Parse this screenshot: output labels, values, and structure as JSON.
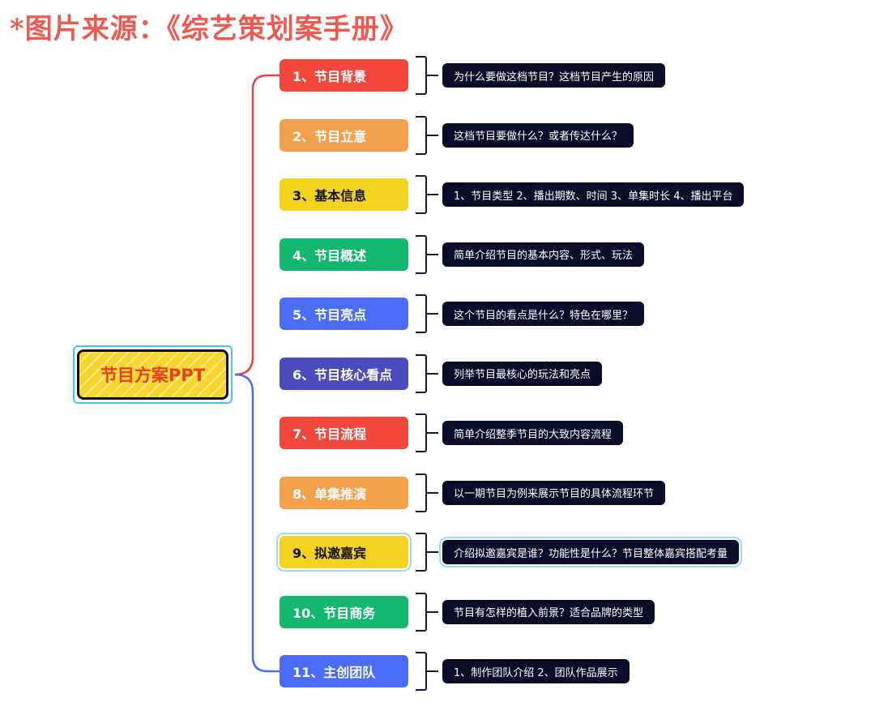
{
  "title": "*图片来源：《综艺策划案手册》",
  "center": "节目方案PPT",
  "colors": {
    "red": "#f4473b",
    "orange": "#f3a04d",
    "yellow": "#f2d31f",
    "green": "#13b86e",
    "blue": "#4a6cf7",
    "purple": "#4b4bbd"
  },
  "items": [
    {
      "label": "1、节目背景",
      "desc": "为什么要做这档节目？这档节目产生的原因",
      "color": "#f4473b",
      "dark": false
    },
    {
      "label": "2、节目立意",
      "desc": "这档节目要做什么？或者传达什么？",
      "color": "#f3a04d",
      "dark": false
    },
    {
      "label": "3、基本信息",
      "desc": "1、节目类型 2、播出期数、时间 3、单集时长 4、播出平台",
      "color": "#f2d31f",
      "dark": true
    },
    {
      "label": "4、节目概述",
      "desc": "简单介绍节目的基本内容、形式、玩法",
      "color": "#13b86e",
      "dark": false
    },
    {
      "label": "5、节目亮点",
      "desc": "这个节目的看点是什么？特色在哪里？",
      "color": "#4a6cf7",
      "dark": false
    },
    {
      "label": "6、节目核心看点",
      "desc": "列举节目最核心的玩法和亮点",
      "color": "#4b4bbd",
      "dark": false
    },
    {
      "label": "7、节目流程",
      "desc": "简单介绍整季节目的大致内容流程",
      "color": "#f4473b",
      "dark": false
    },
    {
      "label": "8、单集推演",
      "desc": "以一期节目为例来展示节目的具体流程环节",
      "color": "#f3a04d",
      "dark": false
    },
    {
      "label": "9、拟邀嘉宾",
      "desc": "介绍拟邀嘉宾是谁？功能性是什么？节目整体嘉宾搭配考量",
      "color": "#f2d31f",
      "dark": true,
      "selected": true
    },
    {
      "label": "10、节目商务",
      "desc": "节目有怎样的植入前景？适合品牌的类型",
      "color": "#13b86e",
      "dark": false
    },
    {
      "label": "11、主创团队",
      "desc": "1、制作团队介绍 2、团队作品展示",
      "color": "#4a6cf7",
      "dark": false
    }
  ]
}
